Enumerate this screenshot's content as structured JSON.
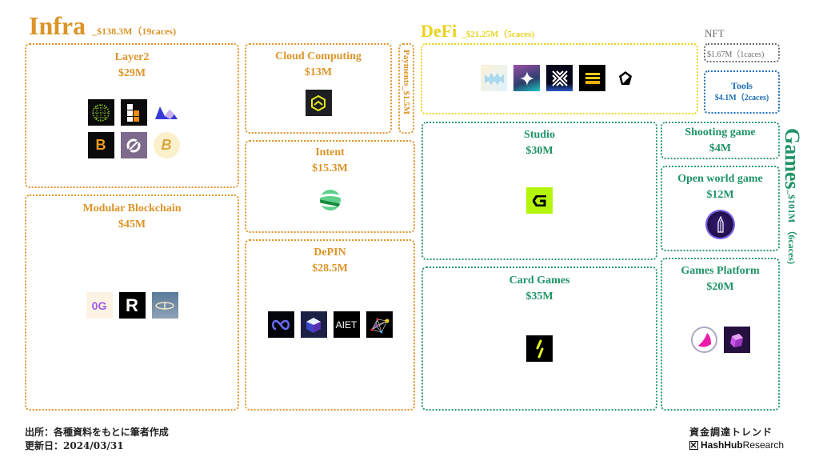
{
  "headers": {
    "infra": {
      "title": "Infra",
      "summary": "_$138.3M（19caces)"
    },
    "defi": {
      "title": "DeFi",
      "summary": "_$21.25M（5caces)"
    },
    "nft": {
      "title": "NFT",
      "summary": "$1.67M（1caces)"
    },
    "games": {
      "title": "Games",
      "summary": "_$101M （6caces)"
    }
  },
  "boxes": {
    "layer2": {
      "name": "Layer2",
      "amount": "$29M"
    },
    "modular": {
      "name": "Modular Blockchain",
      "amount": "$45M"
    },
    "cloud": {
      "name": "Cloud Computing",
      "amount": "$13M"
    },
    "payments": {
      "name": "Payments_$1.5M"
    },
    "intent": {
      "name": "Intent",
      "amount": "$15.3M"
    },
    "depin": {
      "name": "DePIN",
      "amount": "$28.5M"
    },
    "tools": {
      "name": "Tools",
      "amount": "$4.1M（2caces)"
    },
    "studio": {
      "name": "Studio",
      "amount": "$30M"
    },
    "card": {
      "name": "Card Games",
      "amount": "$35M"
    },
    "shooting": {
      "name": "Shooting game",
      "amount": "$4M"
    },
    "openworld": {
      "name": "Open world game",
      "amount": "$12M"
    },
    "platform": {
      "name": "Games Platform",
      "amount": "$20M"
    }
  },
  "logos": {
    "layer2": [
      "globe-grid-logo",
      "block-tower-logo",
      "wave-m-logo",
      "bitlayer-logo",
      "link-chain-logo",
      "b-coin-logo"
    ],
    "modular": [
      "0g-logo",
      "r-logo",
      "saturn-ring-logo"
    ],
    "cloud": [
      "hexagon-chevron-logo"
    ],
    "intent": [
      "green-sphere-logo"
    ],
    "depin": [
      "infinity-loop-logo",
      "cube-cloud-logo",
      "aiet-logo",
      "network-mesh-logo"
    ],
    "defi": [
      "prism-wave-logo",
      "sparkle-star-logo",
      "x-weave-logo",
      "gold-bars-logo",
      "crystal-gem-logo"
    ],
    "studio": [
      "lime-g-logo"
    ],
    "card": [
      "lightning-slash-logo"
    ],
    "openworld": [
      "tower-orb-logo"
    ],
    "platform": [
      "pink-orb-logo",
      "purple-cube-logo"
    ]
  },
  "logo_texts": {
    "aiet": "AIET",
    "bitlayer": "B",
    "zero_g": "0G",
    "r": "R"
  },
  "footer": {
    "source": "出所：各種資料をもとに筆者作成",
    "updated": "更新日：2024/03/31",
    "series": "資金調達トレンド",
    "brand_bold": "HashHub",
    "brand_light": "Research"
  },
  "colors": {
    "infra": "#dc9427",
    "defi": "#e8d21e",
    "games": "#1f9466",
    "nft": "#6d6d6d",
    "tools": "#1f6fb3"
  }
}
